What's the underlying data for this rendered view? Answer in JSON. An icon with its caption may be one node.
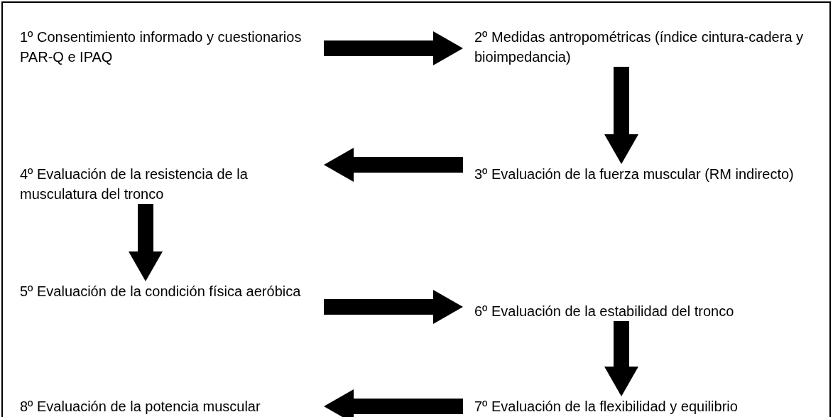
{
  "diagram": {
    "nodes": [
      {
        "text": [
          "1º Consentimiento informado y cuestionarios PAR-Q e IPAQ"
        ]
      },
      {
        "text": [
          "2º Medidas antropométricas (índice cintura-cadera y bioimpedancia)"
        ]
      },
      {
        "text": [
          "3º Evaluación de la fuerza muscular (RM indirecto)"
        ]
      },
      {
        "text": [
          "4º Evaluación de la resistencia de la musculatura del tronco"
        ]
      },
      {
        "text": [
          "5º Evaluación de la condición física aeróbica"
        ]
      },
      {
        "text": [
          "6º Evaluación de la estabilidad del tronco"
        ]
      },
      {
        "text": [
          "7º Evaluación de la flexibilidad y equilibrio"
        ]
      },
      {
        "text": [
          "8º Evaluación de la potencia muscular"
        ]
      }
    ],
    "edges": [
      {
        "from": 0,
        "to": 1,
        "arrow": "to"
      },
      {
        "from": 1,
        "to": 2,
        "arrow": "to"
      },
      {
        "from": 2,
        "to": 3,
        "arrow": "to"
      },
      {
        "from": 3,
        "to": 4,
        "arrow": "to"
      },
      {
        "from": 4,
        "to": 5,
        "arrow": "to"
      },
      {
        "from": 5,
        "to": 6,
        "arrow": "to"
      },
      {
        "from": 6,
        "to": 7,
        "arrow": "to"
      }
    ]
  }
}
